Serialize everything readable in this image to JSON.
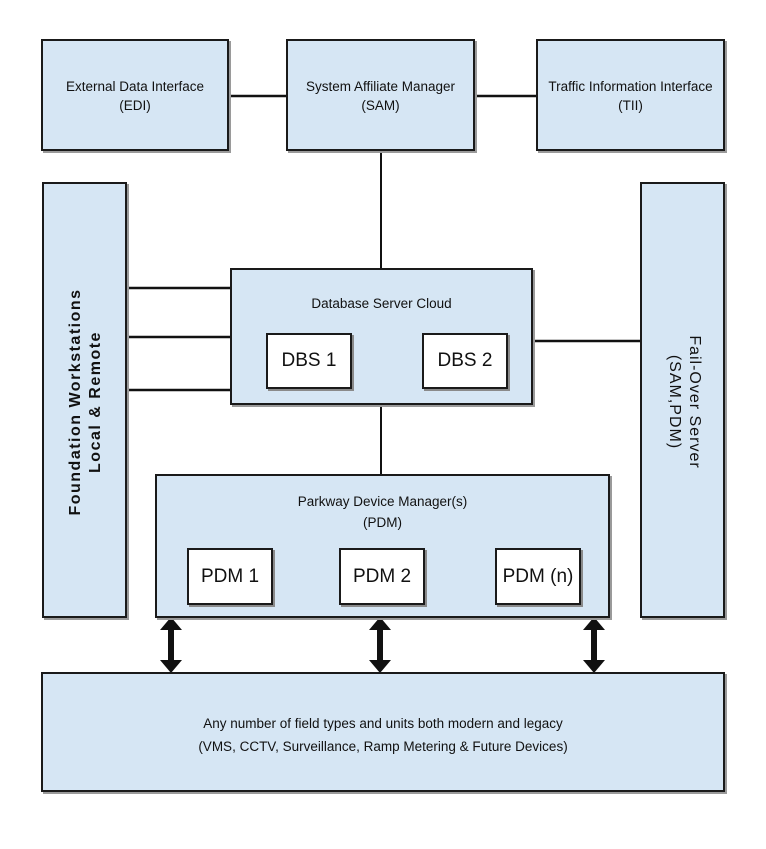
{
  "edi": {
    "line1": "External Data Interface",
    "line2": "(EDI)"
  },
  "sam": {
    "line1": "System Affiliate Manager",
    "line2": "(SAM)"
  },
  "tii": {
    "line1": "Traffic Information Interface",
    "line2": "(TII)"
  },
  "workstations": {
    "line1": "Foundation Workstations",
    "line2": "Local & Remote"
  },
  "failover": {
    "line1": "Fail-Over Server",
    "line2": "(SAM,PDM)"
  },
  "dbcloud": {
    "title": "Database Server Cloud",
    "dbs1": "DBS 1",
    "dbs2": "DBS 2"
  },
  "pdm": {
    "line1": "Parkway Device Manager(s)",
    "line2": "(PDM)",
    "pdm1": "PDM 1",
    "pdm2": "PDM 2",
    "pdmn": "PDM (n)"
  },
  "field": {
    "line1": "Any number of field types and units both modern and legacy",
    "line2": "(VMS, CCTV, Surveillance, Ramp Metering & Future Devices)"
  },
  "colors": {
    "box_fill": "#d6e6f4",
    "border": "#1a1a1a",
    "inner_fill": "#ffffff"
  }
}
